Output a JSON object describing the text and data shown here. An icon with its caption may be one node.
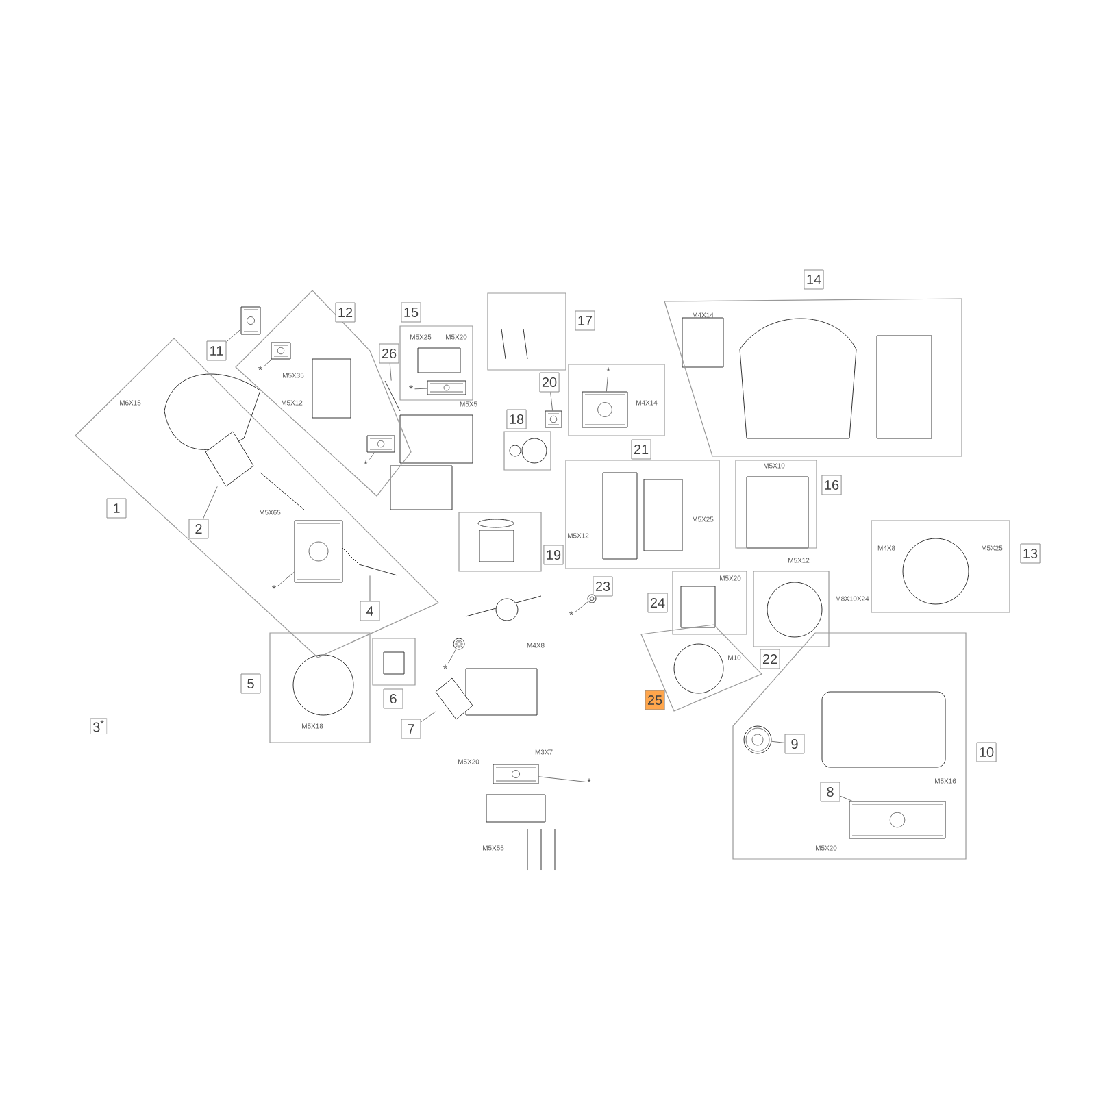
{
  "diagram": {
    "nodes": [
      {
        "text": [
          "1"
        ]
      },
      {
        "text": [
          "2"
        ],
        "in": 0
      },
      {
        "text": [
          "4"
        ],
        "in": 0
      },
      {
        "text": [
          "*"
        ],
        "in": 0
      },
      {
        "text": [
          "12"
        ]
      },
      {
        "text": [
          "11"
        ]
      },
      {
        "text": [
          "*"
        ],
        "in": 4
      },
      {
        "text": [
          "*"
        ],
        "in": 4
      },
      {
        "text": [
          "26"
        ]
      },
      {
        "text": [
          "15"
        ]
      },
      {
        "text": [
          "*"
        ],
        "in": 9
      },
      {
        "text": [
          "17"
        ]
      },
      {
        "text": [
          "20"
        ]
      },
      {
        "text": [
          "18"
        ]
      },
      {
        "text": [
          "21"
        ]
      },
      {
        "text": [
          "*"
        ],
        "in": 14
      },
      {
        "text": [
          "14"
        ]
      },
      {
        "text": [
          "23"
        ]
      },
      {
        "text": [
          "16"
        ]
      },
      {
        "text": [
          "19"
        ]
      },
      {
        "text": [
          "13"
        ]
      },
      {
        "text": [
          "24"
        ]
      },
      {
        "text": [
          "22"
        ]
      },
      {
        "text": [
          "25"
        ]
      },
      {
        "text": [
          "5"
        ]
      },
      {
        "text": [
          "6"
        ]
      },
      {
        "text": [
          "7"
        ]
      },
      {
        "text": [
          "10"
        ]
      },
      {
        "text": [
          "9"
        ],
        "in": 27
      },
      {
        "text": [
          "8"
        ],
        "in": 27
      },
      {
        "text": [
          "*"
        ]
      },
      {
        "text": [
          "*"
        ]
      },
      {
        "text": [
          "*"
        ]
      },
      {
        "text": [],
        "shape": "picture",
        "in": 0
      },
      {
        "text": [],
        "shape": "picture",
        "in": 0
      },
      {
        "text": [],
        "shape": "picture",
        "in": 0
      },
      {
        "text": [],
        "shape": "picture"
      },
      {
        "text": [],
        "shape": "picture",
        "in": 4
      },
      {
        "text": [],
        "shape": "picture",
        "in": 4
      },
      {
        "text": [],
        "shape": "picture"
      },
      {
        "text": [],
        "shape": "picture",
        "in": 9
      },
      {
        "text": [],
        "shape": "picture"
      },
      {
        "text": [],
        "shape": "picture",
        "in": 14
      },
      {
        "text": [],
        "shape": "picture"
      },
      {
        "text": [],
        "shape": "picture",
        "in": 27
      },
      {
        "text": [],
        "shape": "picture",
        "in": 27
      },
      {
        "text": [],
        "shape": "picture"
      },
      {
        "text": [],
        "shape": "picture"
      },
      {
        "text": [],
        "shape": "picture"
      }
    ],
    "edges": [
      {
        "from": 1,
        "to": 33,
        "arrow": "none"
      },
      {
        "from": 2,
        "to": 34,
        "arrow": "none"
      },
      {
        "from": 3,
        "to": 35,
        "arrow": "none"
      },
      {
        "from": 5,
        "to": 36,
        "arrow": "none"
      },
      {
        "from": 6,
        "to": 37,
        "arrow": "none"
      },
      {
        "from": 7,
        "to": 38,
        "arrow": "none"
      },
      {
        "from": 8,
        "to": 39,
        "arrow": "none"
      },
      {
        "from": 10,
        "to": 40,
        "arrow": "none"
      },
      {
        "from": 12,
        "to": 41,
        "arrow": "none"
      },
      {
        "from": 15,
        "to": 42,
        "arrow": "none"
      },
      {
        "from": 26,
        "to": 43,
        "arrow": "none"
      },
      {
        "from": 28,
        "to": 44,
        "arrow": "none"
      },
      {
        "from": 29,
        "to": 45,
        "arrow": "none"
      },
      {
        "from": 30,
        "to": 46,
        "arrow": "none"
      },
      {
        "from": 31,
        "to": 47,
        "arrow": "none"
      },
      {
        "from": 32,
        "to": 48,
        "arrow": "none"
      }
    ],
    "labels": [
      "M4X14",
      "M5X25",
      "M5X20",
      "M5X35",
      "M6X15",
      "M5X12",
      "M5X5",
      "M4X14",
      "M5X10",
      "M5X65",
      "M5X25",
      "M5X12",
      "M4X8",
      "M5X25",
      "M5X12",
      "M5X20",
      "M8X10X24",
      "M4X8",
      "M10",
      "3$^{*}$",
      "M5X18",
      "M3X7",
      "M5X20",
      "M5X16",
      "M5X55",
      "M5X20"
    ]
  }
}
